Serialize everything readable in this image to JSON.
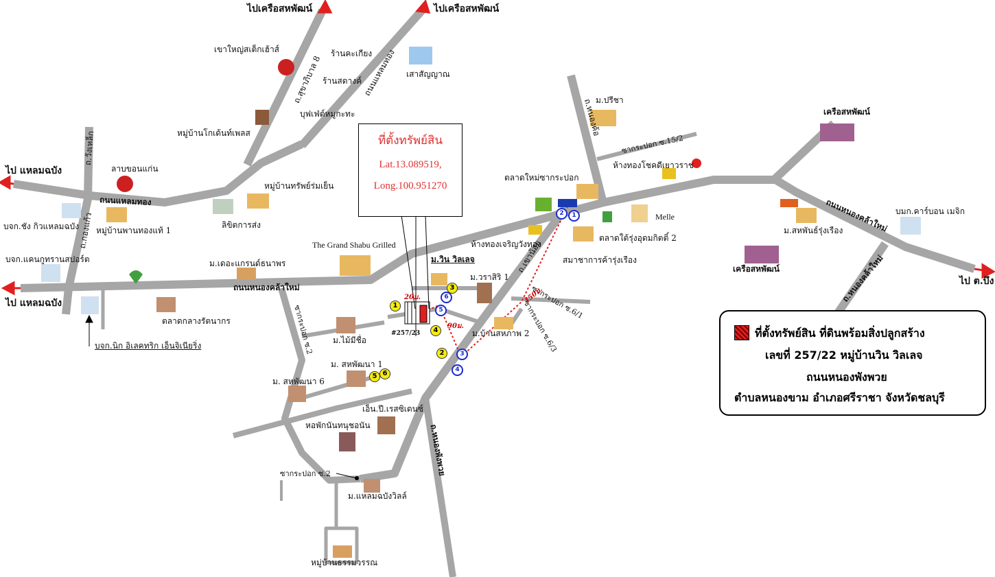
{
  "callout": {
    "title": "ที่ตั้งทรัพย์สิน",
    "lat": "Lat.13.089519,",
    "long": "Long.100.951270"
  },
  "infobox": {
    "line1": "ที่ตั้งทรัพย์สิน ที่ดินพร้อมสิ่งปลูกสร้าง",
    "line2": "เลขที่ 257/22 หมู่บ้านวิน วิลเลจ",
    "line3": "ถนนหนองพังพวย",
    "line4": "ตำบลหนองขาม อำเภอศรีราชา จังหวัดชลบุรี"
  },
  "directions": {
    "top_left": "ไปเครือสหพัฒน์",
    "top_right": "ไปเครือสหพัฒน์",
    "left_upper": "ไป แหลมฉบัง",
    "left_lower": "ไป แหลมฉบัง",
    "right": "ไป ต.บึง"
  },
  "roads": {
    "laem_thong": "ถนนแหลมทอง",
    "nong_khla_mai_left": "ถนนหนองคล้าใหม่",
    "nong_khla_mai_right": "ถนนหนองคล้าใหม่",
    "nong_khla_mai_diag": "ถ.หนองคล้าใหม่",
    "nong_phang_phuai": "ถ.หนองพังพวย",
    "sukhaphiban8": "ถ.สุขาภิบาล 8",
    "laem_thong_diag": "ถนนแหลมทอง",
    "wang_lek": "ถ.วังเหล็ก",
    "kon_kaew": "ถ.กองแก้ว",
    "khao_nok": "ถ.เขาน้อย",
    "nong_kho": "ถ.หนองค้อ",
    "soi_152": "ซากระปอก ซ.15/2",
    "soi_61": "ซากระปอก ซ.6/1",
    "soi_63": "ซากระปอก ซ.6/3",
    "soi_2": "ซากระปอก ซ.2",
    "soi_left2": "ซากระปอก ซ.2"
  },
  "places": {
    "khao_yai": "เขาใหญ่สเต็กเฮ้าส์",
    "ran_kathiang": "ร้านคะเกียง",
    "ran_sadang": "ร้านสดางค์",
    "sao_sanyan": "เสาสัญญาณ",
    "buffet": "บุฟเฟ่ต์หมูกะทะ",
    "golden_place": "หมู่บ้านโกเด้นท์เพลส",
    "lap_khon_kaen": "ลาบขอนแก่น",
    "mu_ban_sap_rom_yen": "หมู่บ้านทรัพย์ร่มเย็น",
    "sisi_kansong": "ลิขิตการส่ง",
    "bk_chang": "บจก.ชัง กิวแหลมฉบัง",
    "mu_ban_phan_thong": "หมู่บ้านพานทองแท้ 1",
    "bk_kanok": "บจก.แคนกูทรานสปอร์ต",
    "grand_shabu": "The Grand Shabu Grilled",
    "m_the_grand": "ม.เดอะแกรนด์ธนาพร",
    "talat_klang": "ตลาดกลางรัตนากร",
    "bk_nik": "บจก.นิก อิเลคทริก เอ็นจิเนียริ่ง",
    "m_win": "ม.วิน วิลเลจ",
    "m_warasiri": "ม.วราสิริ 1",
    "m_baan_sahaphap": "ม.บ้านสหภาพ 2",
    "m_mimi": "ม.ไม้มีชื่อ",
    "m_sahaphat1": "ม. สหพัฒนา 1",
    "m_sahaphat6": "ม. สหพัฒนา 6",
    "en_p_residence": "เอ็น.ปี.เรสซิเดนซ์",
    "hopak": "หอพักนันทนุชอนัน",
    "m_laem_chabang_ville": "ม.แหลมฉบังวิลล์",
    "mu_ban_thammawan": "หมู่บ้านธรรมวรรณ",
    "m_preecha": "ม.ปรีชา",
    "hang_thong_chok": "ห้างทองโชคดีเยาวราช",
    "talat_mai": "ตลาดใหม่ซากระปอก",
    "melle": "Melle",
    "talat_tai": "ตลาดใต้รุ่งอุดมกิตติ์ 2",
    "hang_thong_charoen": "ห้างทองเจริญวังทอง",
    "sahakon": "สมาชาการค้ารุ่งเรือง",
    "krua_sahaphat_top": "เครือสหพัฒน์",
    "krua_sahaphat_bottom": "เครือสหพัฒน์",
    "m_sahaphan": "ม.สหพันธ์รุ่งเรือง",
    "bmk_carbon": "บมก.คาร์บอน เมจิก",
    "plot_label": "#257/23"
  },
  "distances": {
    "d20": "20ม.",
    "d90": "90ม.",
    "d450": "450ม."
  },
  "markers": {
    "yellow": [
      "1",
      "2",
      "3",
      "4",
      "5",
      "6"
    ],
    "blue": [
      "1",
      "2",
      "3",
      "4",
      "5",
      "6"
    ]
  },
  "colors": {
    "road": "#a6a6a6",
    "arrow": "#e02020",
    "route": "#e02020",
    "marker_blue": "#1a2ad0",
    "marker_yellow": "#f5ec10"
  }
}
